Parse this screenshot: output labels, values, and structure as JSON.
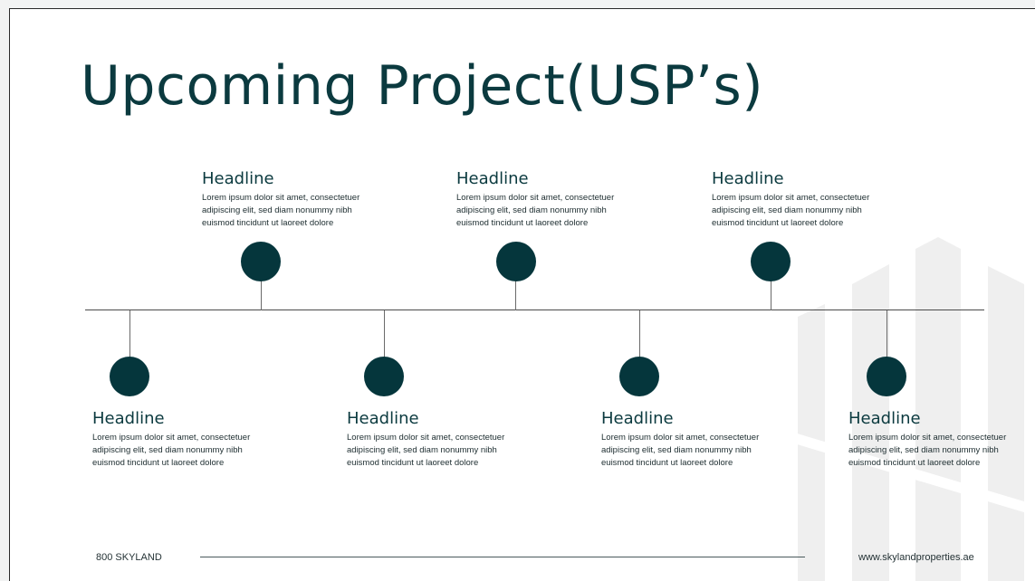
{
  "title": "Upcoming Project(USP’s)",
  "colors": {
    "accent": "#05363c",
    "title": "#0b3a3f"
  },
  "items": [
    {
      "headline": "Headline",
      "body": "Lorem ipsum dolor sit amet, consectetuer\nadipiscing elit, sed diam nonummy nibh\neuismod tincidunt ut laoreet dolore"
    },
    {
      "headline": "Headline",
      "body": "Lorem ipsum dolor sit amet, consectetuer\nadipiscing elit, sed diam nonummy nibh\neuismod tincidunt ut laoreet dolore"
    },
    {
      "headline": "Headline",
      "body": "Lorem ipsum dolor sit amet, consectetuer\nadipiscing elit, sed diam nonummy nibh\neuismod tincidunt ut laoreet dolore"
    },
    {
      "headline": "Headline",
      "body": "Lorem ipsum dolor sit amet, consectetuer\nadipiscing elit, sed diam nonummy nibh\neuismod tincidunt ut laoreet dolore"
    },
    {
      "headline": "Headline",
      "body": "Lorem ipsum dolor sit amet, consectetuer\nadipiscing elit, sed diam nonummy nibh\neuismod tincidunt ut laoreet dolore"
    },
    {
      "headline": "Headline",
      "body": "Lorem ipsum dolor sit amet, consectetuer\nadipiscing elit, sed diam nonummy nibh\neuismod tincidunt ut laoreet dolore"
    },
    {
      "headline": "Headline",
      "body": "Lorem ipsum dolor sit amet, consectetuer\nadipiscing elit, sed diam nonummy nibh\neuismod tincidunt ut laoreet dolore"
    }
  ],
  "footer": {
    "left": "800 SKYLAND",
    "right": "www.skylandproperties.ae"
  }
}
